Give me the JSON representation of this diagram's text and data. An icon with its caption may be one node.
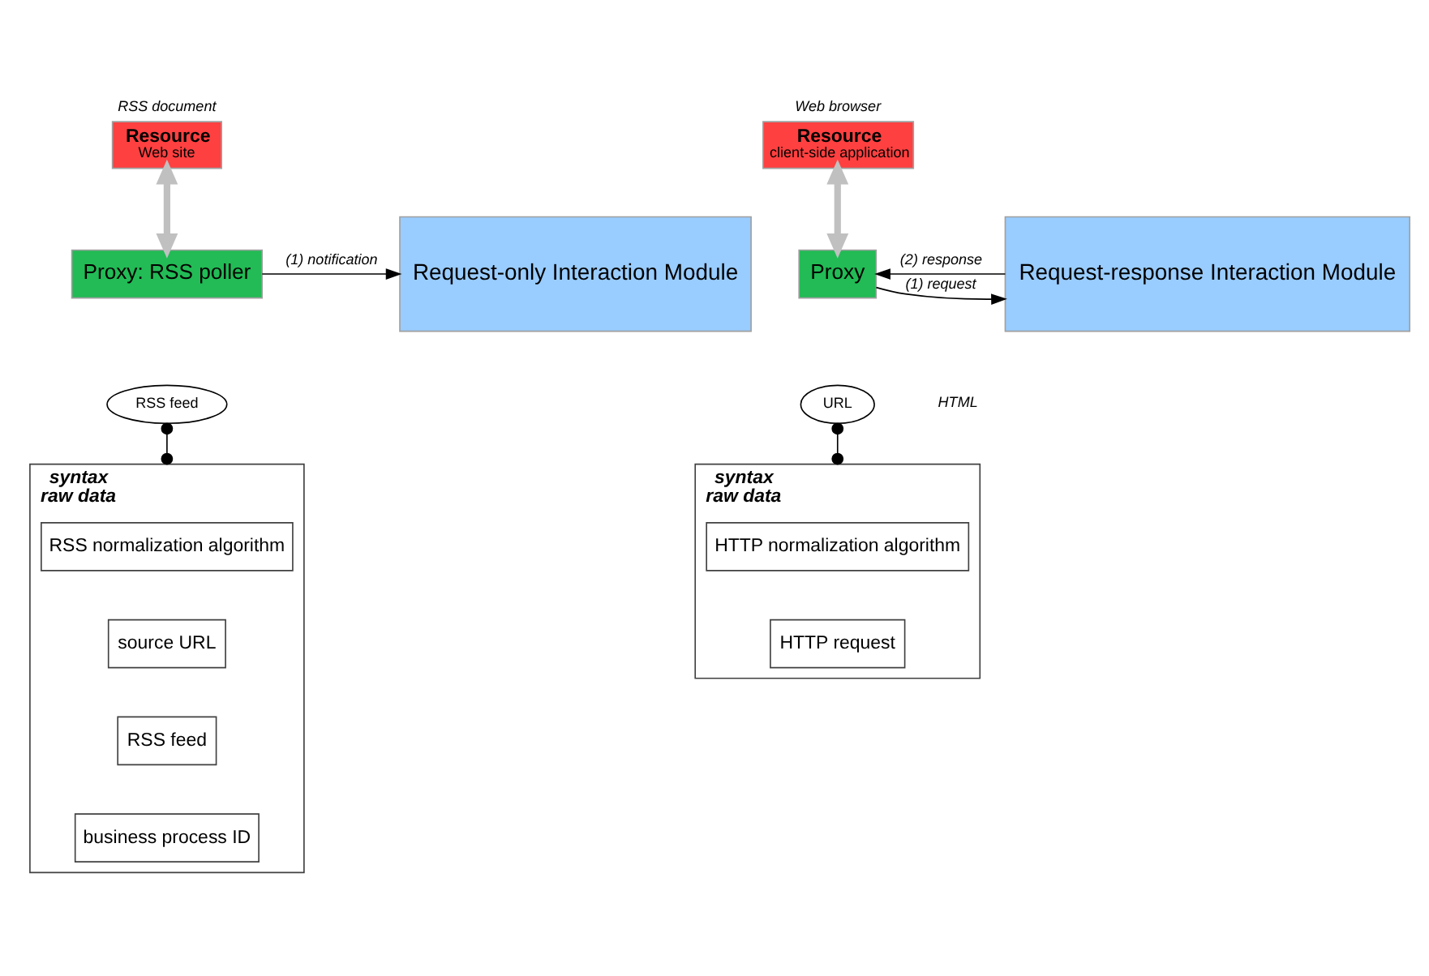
{
  "diagram": {
    "nodes": [
      {
        "text": [
          "Resource",
          "Web site"
        ],
        "beside": [
          "RSS document"
        ]
      },
      {
        "text": [
          "Proxy: RSS poller"
        ]
      },
      {
        "text": [
          "Request-only Interaction Module"
        ]
      },
      {
        "text": [
          "RSS feed"
        ]
      },
      {
        "text": [
          "syntax",
          "raw data"
        ]
      },
      {
        "text": [
          "RSS normalization algorithm"
        ],
        "in": 4
      },
      {
        "text": [
          "source URL"
        ],
        "in": 4
      },
      {
        "text": [
          "RSS feed"
        ],
        "in": 4
      },
      {
        "text": [
          "business process ID"
        ],
        "in": 4
      },
      {
        "text": [
          "Resource",
          "client-side application"
        ],
        "beside": [
          "Web browser"
        ]
      },
      {
        "text": [
          "Proxy"
        ]
      },
      {
        "text": [
          "Request-response Interaction Module"
        ]
      },
      {
        "text": [
          "URL"
        ]
      },
      {
        "text": [
          "syntax",
          "raw data"
        ]
      },
      {
        "text": [
          "HTTP normalization algorithm"
        ],
        "in": 13
      },
      {
        "text": [
          "HTTP request"
        ],
        "in": 13
      }
    ],
    "edges": [
      {
        "from": 0,
        "to": 1,
        "arrow": "both",
        "style": "thick",
        "color": "#c0c0c0"
      },
      {
        "from": 1,
        "to": 2,
        "arrow": "to",
        "label": "(1) notification"
      },
      {
        "from": 3,
        "to": 4,
        "arrow": "other"
      },
      {
        "from": 9,
        "to": 10,
        "arrow": "both",
        "style": "thick",
        "color": "#c0c0c0"
      },
      {
        "from": 10,
        "to": 11,
        "arrow": "to",
        "label": "(1) request"
      },
      {
        "from": 11,
        "to": 10,
        "arrow": "to",
        "label": "(2) response"
      },
      {
        "from": 12,
        "to": 13,
        "arrow": "other"
      }
    ],
    "labels": [
      "HTML"
    ]
  }
}
